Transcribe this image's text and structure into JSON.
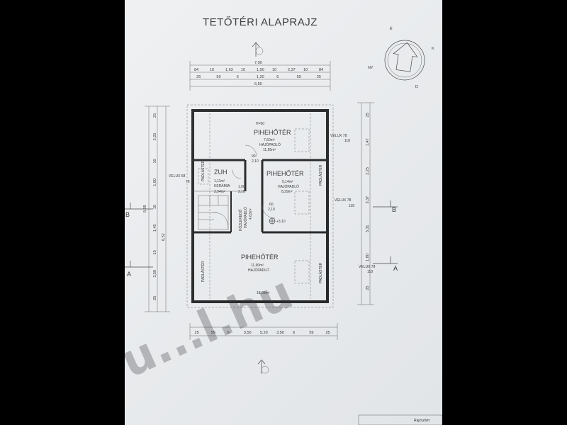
{
  "title": "TETŐTÉRI ALAPRAJZ",
  "compass": {
    "n": "É",
    "e": "K",
    "s": "D",
    "w": "NY"
  },
  "sections": {
    "a": "A",
    "b": "B"
  },
  "watermark": "Tu...l.hu",
  "rooms": {
    "bed1": {
      "name": "PIHEHŐTÉR",
      "area": "7,60m²",
      "floor": "HAJÓPADLÓ",
      "extra": "11,55m²"
    },
    "bath": {
      "name": "ZUH",
      "area": "1,11m²",
      "floor": "KERÁMIA",
      "extra": "2,94m²"
    },
    "bed2": {
      "name": "PIHEHŐTÉR",
      "area": "5,14m²",
      "floor": "HAJÓPADLÓ",
      "extra": "8,29m²"
    },
    "hall": {
      "name": "KÖZLEKEDŐ",
      "floor": "HAJÓPADLÓ",
      "area": "4,63m²"
    },
    "bed3": {
      "name": "PIHEHŐTÉR",
      "area": "11,90m²",
      "floor": "HAJÓPADLÓ",
      "extra": "18,05m²"
    }
  },
  "labels": {
    "h50": "H=50",
    "level": "+3,10",
    "velux1": "VELUX 78",
    "velux1b": "118",
    "velux2": "VELUX 78",
    "velux2b": "118",
    "velux3": "VELUX 78",
    "velux3b": "118",
    "velux4": "VELUX 58",
    "velux4b": "78",
    "padlaster": "PADLÁSTÉR",
    "door1": "90",
    "door1b": "2,10",
    "door2": "60",
    "door2b": "2,10",
    "door3": "1,00",
    "door3b": "2,10"
  },
  "dims_top": [
    "84",
    "10",
    "1,63",
    "10",
    "1,00",
    "10",
    "2,37",
    "10",
    "84"
  ],
  "dims_top_row2": [
    "25",
    "59",
    "6",
    "1,20",
    "6",
    "59",
    "25"
  ],
  "dims_top_total": "7,00",
  "dims_top_total2": "6,50",
  "dims_bottom": [
    "25",
    "59",
    "6",
    "3,50",
    "5,20",
    "3,50",
    "6",
    "59",
    "25"
  ],
  "dims_left": [
    "25",
    "2,25",
    "10",
    "1,80",
    "10",
    "1,45",
    "10",
    "3,50",
    "25"
  ],
  "dims_left_total": "9,95",
  "dims_left_total2": "6,52",
  "dims_right": [
    "25",
    "1,47",
    "2,25",
    "3,37",
    "3,31",
    "1,80",
    "25"
  ],
  "stamp": "Rajzszám:"
}
